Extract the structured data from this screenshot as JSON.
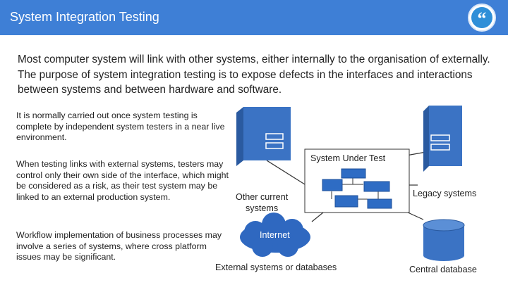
{
  "header": {
    "title": "System Integration Testing",
    "icon": "quote-icon",
    "colors": {
      "bar": "#3e7fd6",
      "title": "#ffffff"
    }
  },
  "main": {
    "intro": "Most computer system will link with other systems, either internally to the organisation of externally.  The purpose of system integration testing is to expose defects in the interfaces and interactions between systems and between hardware and software.",
    "notes": [
      "It is normally carried out once system testing is complete by independent system testers in a near live environment.",
      "When testing links with external systems, testers may control only their own side of the interface, which might be considered as a risk, as their test system may be linked to an external production system.",
      "Workflow implementation of business processes may involve a series of systems, where cross platform issues may be significant."
    ]
  },
  "diagram": {
    "system_under_test": "System Under Test",
    "other_current": [
      "Other current",
      "systems"
    ],
    "legacy": "Legacy systems",
    "internet": "Internet",
    "external": "External systems or databases",
    "central_db": "Central database",
    "colors": {
      "server": "#3b73c4",
      "server_dark": "#2a5aa0",
      "module": "#2e6cc4",
      "cloud": "#2f68c0",
      "database": "#3b73c4",
      "line": "#333333"
    }
  }
}
